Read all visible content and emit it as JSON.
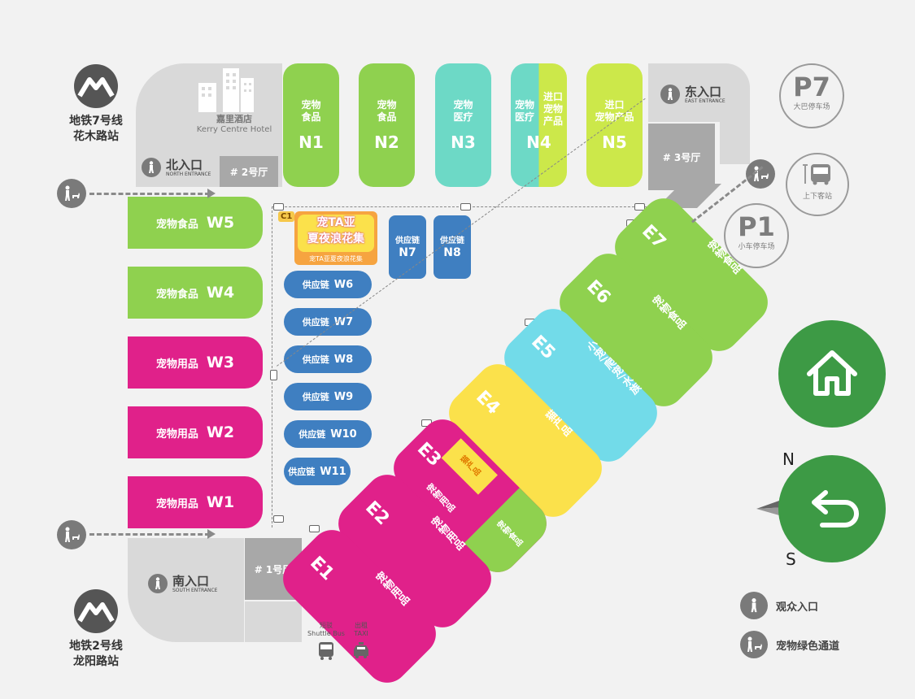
{
  "colors": {
    "green": "#8fd14f",
    "teal": "#6dd9c6",
    "lime": "#cce84a",
    "magenta": "#e0218a",
    "blue": "#3f7fc1",
    "yellow": "#fbe14b",
    "cyan": "#72dbe9",
    "orange": "#f6a440",
    "darkgreen": "#3d9a45",
    "gray": "#a8a8a8"
  },
  "north_halls": [
    {
      "code": "N1",
      "label": "宠物\n食品"
    },
    {
      "code": "N2",
      "label": "宠物\n食品"
    },
    {
      "code": "N3",
      "label": "宠物\n医疗"
    },
    {
      "code": "N4",
      "label_left": "宠物\n医疗",
      "label_right": "进口\n宠物\n产品"
    },
    {
      "code": "N5",
      "label": "进口\n宠物产品"
    }
  ],
  "west_halls": [
    {
      "code": "W5",
      "label": "宠物食品"
    },
    {
      "code": "W4",
      "label": "宠物食品"
    },
    {
      "code": "W3",
      "label": "宠物用品"
    },
    {
      "code": "W2",
      "label": "宠物用品"
    },
    {
      "code": "W1",
      "label": "宠物用品"
    }
  ],
  "supply_halls": [
    {
      "code": "W6",
      "label": "供应链"
    },
    {
      "code": "W7",
      "label": "供应链"
    },
    {
      "code": "W8",
      "label": "供应链"
    },
    {
      "code": "W9",
      "label": "供应链"
    },
    {
      "code": "W10",
      "label": "供应链"
    },
    {
      "code": "W11",
      "label": "供应链"
    }
  ],
  "supply_north": [
    {
      "code": "N7",
      "label": "供应链"
    },
    {
      "code": "N8",
      "label": "供应链"
    }
  ],
  "east_halls": [
    {
      "code": "E7",
      "label": "宠物食品"
    },
    {
      "code": "E6",
      "label": "宠物食品"
    },
    {
      "code": "E5",
      "label": "小宠/爬宠/水族"
    },
    {
      "code": "E4",
      "label": "猫产品"
    },
    {
      "code": "E3",
      "label": "宠物用品",
      "sub1": "猫产品",
      "sub2": "宠物食品"
    },
    {
      "code": "E2",
      "label": "宠物用品"
    },
    {
      "code": "E1",
      "label": "宠物用品"
    }
  ],
  "c1": {
    "code": "C1",
    "title_top": "宠TA亚",
    "title_bottom": "夏夜浪花集",
    "caption": "宠TA亚夏夜浪花集"
  },
  "gray_halls": {
    "h1": "# 1号厅",
    "h2": "# 2号厅",
    "h3": "# 3号厅"
  },
  "entrances": {
    "north": {
      "cn": "北入口",
      "en": "NORTH ENTRANCE"
    },
    "east": {
      "cn": "东入口",
      "en": "EAST ENTRANCE"
    },
    "south": {
      "cn": "南入口",
      "en": "SOUTH ENTRANCE"
    }
  },
  "hotel": {
    "cn": "嘉里酒店",
    "en": "Kerry Centre Hotel"
  },
  "metro": {
    "top": "地铁7号线\n花木路站",
    "bottom": "地铁2号线\n龙阳路站"
  },
  "parking": {
    "p7_code": "P7",
    "p7_label": "大巴停车场",
    "p1_code": "P1",
    "p1_label": "小车停车场",
    "bus_stop": "上下客站"
  },
  "transport": {
    "shuttle_cn": "短驳",
    "shuttle_en": "Shuttle Bus",
    "taxi_cn": "出租",
    "taxi_en": "TAXI"
  },
  "compass": {
    "n": "N",
    "s": "S"
  },
  "legend": {
    "visitor": "观众入口",
    "pet": "宠物绿色通道"
  },
  "icons": [
    "metro-logo-icon",
    "hotel-building-icon",
    "walker-icon",
    "dog-walker-icon",
    "bus-icon",
    "taxi-icon",
    "home-icon",
    "back-arrow-icon",
    "compass-icon"
  ]
}
